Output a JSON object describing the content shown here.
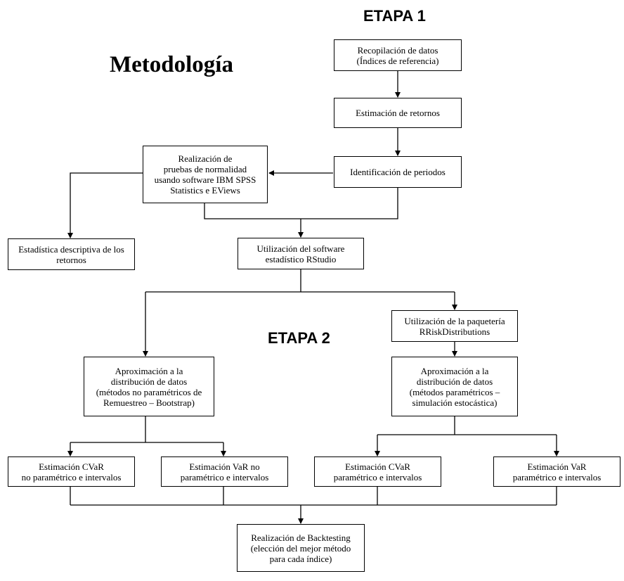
{
  "title": "Metodología",
  "stages": {
    "stage1": "ETAPA 1",
    "stage2": "ETAPA 2"
  },
  "boxes": {
    "recopilacion": "Recopilación de datos\n(Índices de referencia)",
    "estimacion_retornos": "Estimación de retornos",
    "identificacion": "Identificación de periodos",
    "pruebas_normalidad": "Realización de\npruebas de normalidad\nusando software IBM SPSS\nStatistics e EViews",
    "estadistica_descriptiva": "Estadística descriptiva de los\nretornos",
    "rstudio": "Utilización del software\nestadístico RStudio",
    "paqueteria": "Utilización de la paquetería\nRRiskDistributions",
    "aprox_no_param": "Aproximación a la\ndistribución de datos\n(métodos no paramétricos de\nRemuestreo – Bootstrap)",
    "aprox_param": "Aproximación a la\ndistribución de datos\n(métodos paramétricos  –\nsimulación estocástica)",
    "cvar_no_param": "Estimación CVaR\nno paramétrico e intervalos",
    "var_no_param": "Estimación VaR no\nparamétrico e intervalos",
    "cvar_param": "Estimación CVaR\nparamétrico e intervalos",
    "var_param": "Estimación VaR\nparamétrico e intervalos",
    "backtesting": "Realización de Backtesting\n(elección del mejor método\npara cada índice)"
  }
}
